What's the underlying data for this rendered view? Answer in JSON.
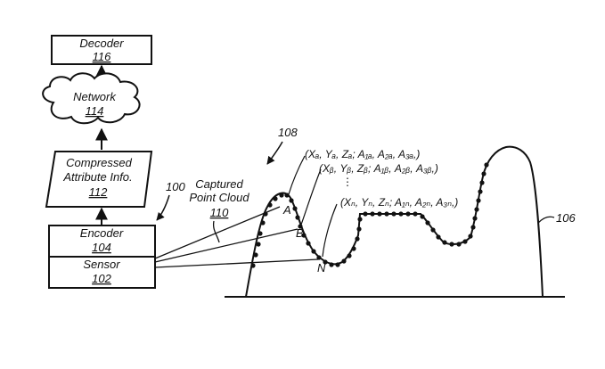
{
  "figure": {
    "decoder": {
      "title": "Decoder",
      "number": "116"
    },
    "network": {
      "title": "Network",
      "number": "114"
    },
    "compressed": {
      "line1": "Compressed",
      "line2": "Attribute Info.",
      "number": "112"
    },
    "encoder": {
      "title": "Encoder",
      "number": "104"
    },
    "sensor": {
      "title": "Sensor",
      "number": "102"
    },
    "system_ref": "100",
    "captured": {
      "line1": "Captured",
      "line2": "Point Cloud",
      "number": "110"
    },
    "terrain_ref": "106",
    "cloud_ref": "108",
    "point_labels": {
      "a": "A",
      "b": "B",
      "n": "N"
    },
    "coordinates": {
      "a": "(Xₐ, Yₐ, Zₐ; A₁ₐ, A₂ₐ, A₃ₐ,)",
      "b": "(Xᵦ, Yᵦ, Zᵦ; A₁ᵦ, A₂ᵦ, A₃ᵦ,)",
      "n": "(Xₙ, Yₙ, Zₙ; A₁ₙ, A₂ₙ, A₃ₙ,)"
    },
    "ellipsis": "⋮"
  }
}
